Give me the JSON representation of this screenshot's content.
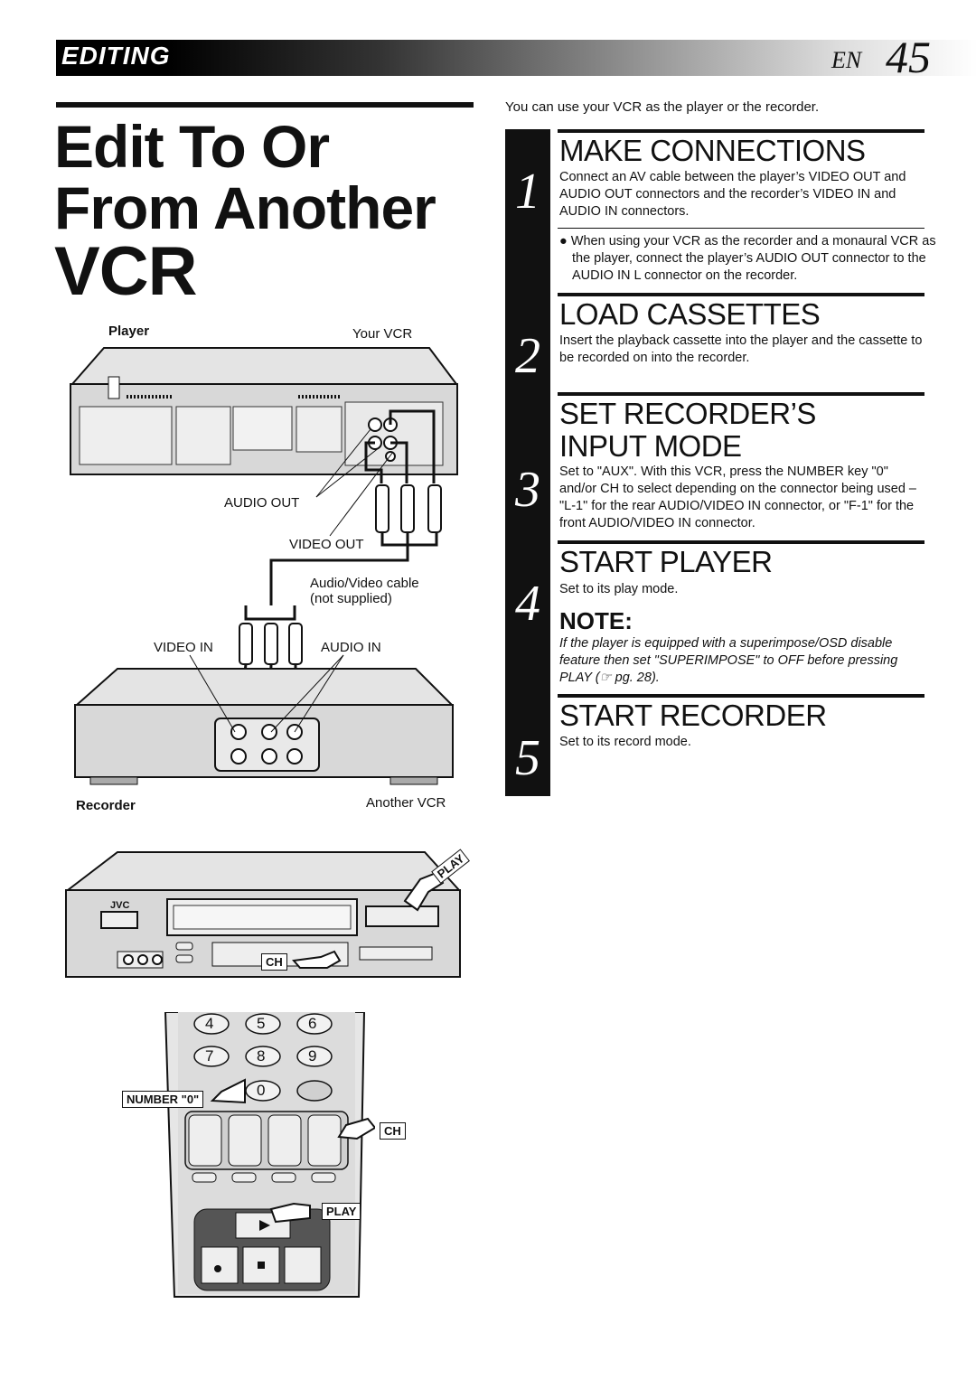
{
  "header": {
    "section": "EDITING",
    "lang": "EN",
    "page": "45"
  },
  "title": {
    "line1": "Edit To Or",
    "line2": "From Another",
    "line3": "VCR"
  },
  "diagram": {
    "player_label": "Player",
    "your_vcr": "Your VCR",
    "audio_out": "AUDIO OUT",
    "video_out": "VIDEO OUT",
    "cable_line1": "Audio/Video cable",
    "cable_line2": "(not supplied)",
    "video_in": "VIDEO IN",
    "audio_in": "AUDIO IN",
    "recorder_label": "Recorder",
    "another_vcr": "Another VCR",
    "brand": "JVC",
    "play_tag": "PLAY",
    "ch_tag": "CH",
    "number0_tag": "NUMBER \"0\"",
    "remote_ch_tag": "CH",
    "remote_play_tag": "PLAY",
    "keys": [
      "4",
      "5",
      "6",
      "7",
      "8",
      "9",
      "0"
    ]
  },
  "intro": "You can use your VCR as the player or the recorder.",
  "steps": [
    {
      "num": "1",
      "heading": "MAKE CONNECTIONS",
      "text": "Connect an AV cable between the player’s VIDEO OUT and AUDIO OUT connectors and the recorder’s VIDEO IN and AUDIO IN connectors.",
      "bullet": "● When using your VCR as the recorder and a monaural VCR as the player, connect the player’s AUDIO OUT connector to the AUDIO IN L connector on the recorder."
    },
    {
      "num": "2",
      "heading": "LOAD CASSETTES",
      "text": "Insert the playback cassette into the player and the cassette to be recorded on into the recorder."
    },
    {
      "num": "3",
      "heading": "SET RECORDER’S INPUT MODE",
      "text": "Set to \"AUX\". With this VCR, press the NUMBER key \"0\" and/or CH to select depending on the connector being used – \"L-1\" for the rear AUDIO/VIDEO IN connector, or \"F-1\" for the front AUDIO/VIDEO IN connector."
    },
    {
      "num": "4",
      "heading": "START PLAYER",
      "text": "Set to its play mode."
    },
    {
      "num": "5",
      "heading": "START RECORDER",
      "text": "Set to its record mode."
    }
  ],
  "note": {
    "title": "NOTE:",
    "text": "If the player is equipped with a superimpose/OSD disable feature then set \"SUPERIMPOSE\" to OFF before pressing PLAY (☞ pg. 28)."
  }
}
